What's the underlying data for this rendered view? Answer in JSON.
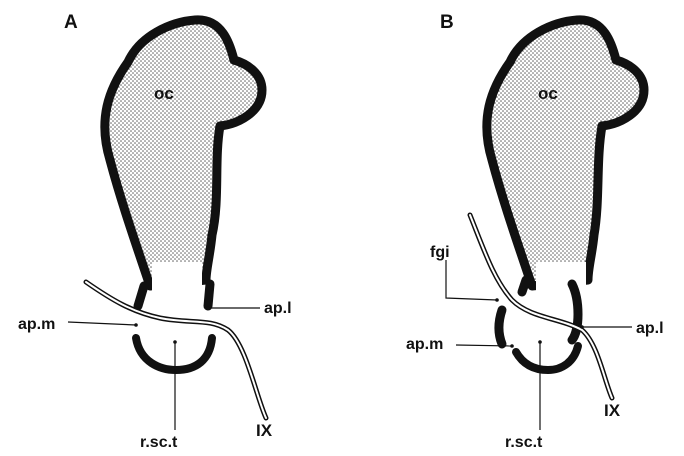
{
  "panels": [
    {
      "id": "A",
      "panel_label": "A",
      "labels": {
        "oc": "oc",
        "ap_m": "ap.m",
        "ap_l": "ap.l",
        "r_sc_t": "r.sc.t",
        "nerve": "IX"
      }
    },
    {
      "id": "B",
      "panel_label": "B",
      "labels": {
        "oc": "oc",
        "fgi": "fgi",
        "ap_m": "ap.m",
        "ap_l": "ap.l",
        "r_sc_t": "r.sc.t",
        "nerve": "IX"
      }
    }
  ],
  "colors": {
    "outline": "#111111",
    "stipple_dot": "#555555",
    "background": "#ffffff"
  }
}
